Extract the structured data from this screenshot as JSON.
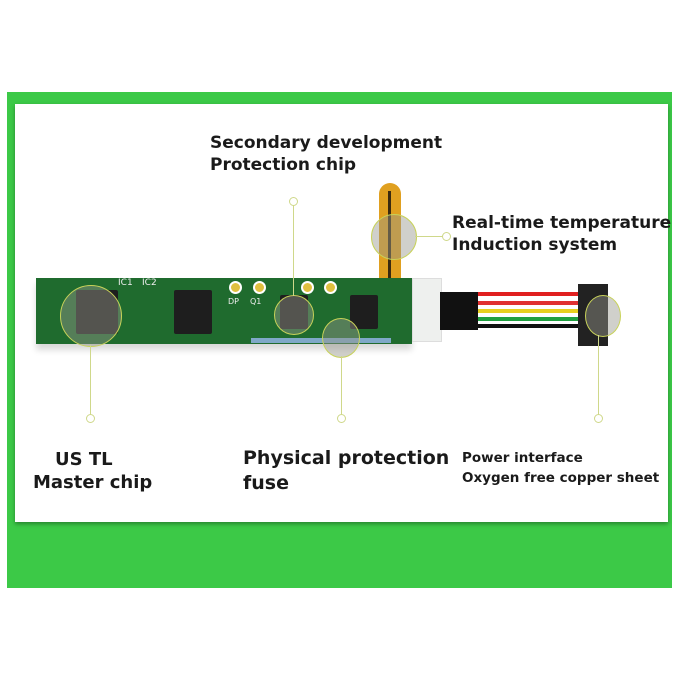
{
  "labels": {
    "secondary": [
      "Secondary development",
      "Protection chip"
    ],
    "temperature": [
      "Real-time temperature",
      "Induction system"
    ],
    "master": [
      "US TL",
      "Master chip"
    ],
    "fuse": [
      "Physical protection",
      "fuse"
    ],
    "power": [
      "Power interface",
      "Oxygen free copper sheet"
    ]
  },
  "pcb_silkscreen": [
    "IC1",
    "IC2",
    "DP",
    "Q1"
  ],
  "colors": {
    "frame": "#3cc947",
    "pcb": "#1f6b2e",
    "accent_line": "#cfd88a"
  }
}
